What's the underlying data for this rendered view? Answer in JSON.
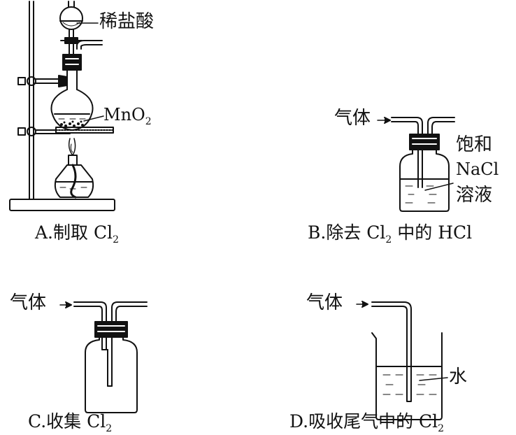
{
  "panel_a": {
    "reagent_acid": "稀盐酸",
    "reagent_mno2": "MnO",
    "reagent_mno2_sub": "2",
    "caption_prefix": "A.制取 Cl",
    "caption_sub": "2"
  },
  "panel_b": {
    "gas_label": "气体",
    "solution_line1": "饱和",
    "solution_line2": "NaCl",
    "solution_line3": "溶液",
    "caption_prefix": "B.除去 Cl",
    "caption_sub": "2",
    "caption_suffix": " 中的 HCl"
  },
  "panel_c": {
    "gas_label": "气体",
    "caption_prefix": "C.收集 Cl",
    "caption_sub": "2"
  },
  "panel_d": {
    "gas_label": "气体",
    "water_label": "水",
    "caption_prefix": "D.吸收尾气中的 Cl",
    "caption_sub": "2"
  }
}
